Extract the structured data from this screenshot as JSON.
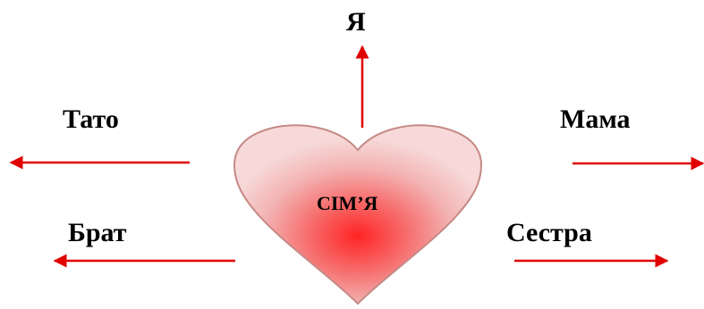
{
  "center": {
    "label": "СІМ’Я"
  },
  "branches": {
    "up": "Я",
    "top_left": "Тато",
    "top_right": "Мама",
    "bottom_left": "Брат",
    "bottom_right": "Сестра"
  },
  "colors": {
    "arrow": "#e00000",
    "heart_outline": "#c58a86",
    "heart_core": "#ff2424",
    "heart_edge": "#f4c9c9",
    "text": "#000000"
  }
}
